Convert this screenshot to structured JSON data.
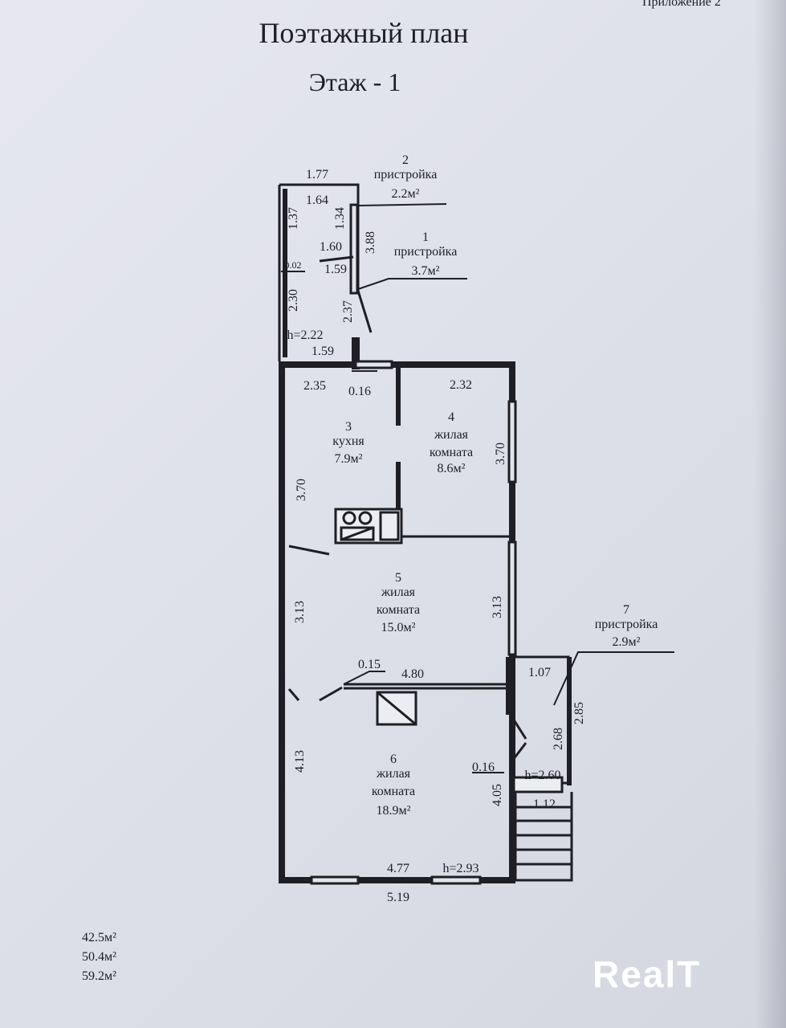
{
  "header": {
    "appendix": "Приложение 2",
    "title": "Поэтажный план",
    "floor": "Этаж - 1"
  },
  "plan": {
    "rooms": [
      {
        "num": "1",
        "name": "пристройка",
        "area": "3.7м²"
      },
      {
        "num": "2",
        "name": "пристройка",
        "area": "2.2м²"
      },
      {
        "num": "3",
        "name": "кухня",
        "area": "7.9м²"
      },
      {
        "num": "4",
        "name_line1": "жилая",
        "name_line2": "комната",
        "area": "8.6м²"
      },
      {
        "num": "5",
        "name_line1": "жилая",
        "name_line2": "комната",
        "area": "15.0м²"
      },
      {
        "num": "6",
        "name_line1": "жилая",
        "name_line2": "комната",
        "area": "18.9м²"
      },
      {
        "num": "7",
        "name": "пристройка",
        "area": "2.9м²"
      }
    ],
    "dims": {
      "d177": "1.77",
      "d164": "1.64",
      "d137": "1.37",
      "d134": "1.34",
      "d388": "3.88",
      "d160": "1.60",
      "d002": "0.02",
      "d159a": "1.59",
      "d230": "2.30",
      "d237": "2.37",
      "h222": "h=2.22",
      "d159b": "1.59",
      "d235": "2.35",
      "d016a": "0.16",
      "d232": "2.32",
      "d370a": "3.70",
      "d370b": "3.70",
      "d313a": "3.13",
      "d313b": "3.13",
      "d015": "0.15",
      "d480": "4.80",
      "d107": "1.07",
      "d285": "2.85",
      "d268": "2.68",
      "d413": "4.13",
      "d016b": "0.16",
      "h260": "h=2.60",
      "d405": "4.05",
      "d112": "1.12",
      "d477": "4.77",
      "h293": "h=2.93",
      "d519": "5.19"
    }
  },
  "totals": [
    "42.5м²",
    "50.4м²",
    "59.2м²"
  ],
  "logo": "RealT"
}
